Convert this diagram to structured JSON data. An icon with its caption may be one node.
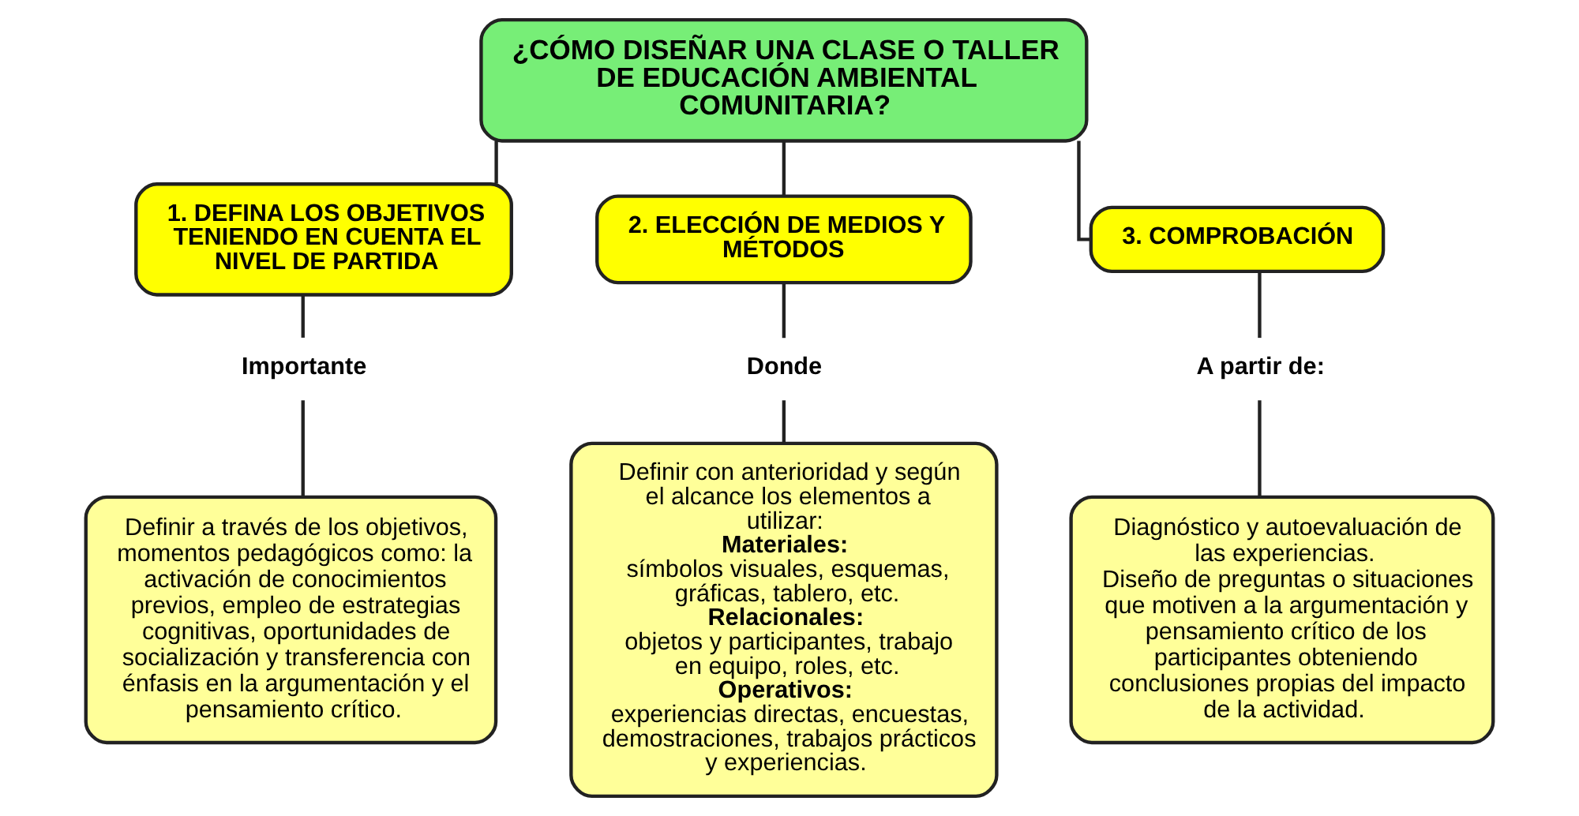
{
  "diagram": {
    "nodes": [
      {
        "text": [
          "¿CÓMO DISEÑAR UNA CLASE O TALLER DE EDUCACIÓN AMBIENTAL COMUNITARIA?"
        ]
      },
      {
        "text": [
          "1. DEFINA LOS OBJETIVOS TENIENDO EN CUENTA EL NIVEL DE PARTIDA"
        ]
      },
      {
        "text": [
          "2. ELECCIÓN DE MEDIOS Y MÉTODOS"
        ]
      },
      {
        "text": [
          "3. COMPROBACIÓN"
        ]
      },
      {
        "text": [
          "Importante"
        ]
      },
      {
        "text": [
          "Donde"
        ]
      },
      {
        "text": [
          "A partir de:"
        ]
      },
      {
        "text": [
          "Definir a través de los objetivos, momentos pedagógicos como: la activación de conocimientos previos, empleo de estrategias cognitivas, oportunidades de socialización y transferencia con énfasis en la argumentación y el pensamiento crítico."
        ]
      },
      {
        "text": [
          "Definir con anterioridad y según el alcance los elementos a utilizar:",
          "**Materiales:** símbolos visuales, esquemas, gráficas, tablero, etc.",
          "**Relacionales:** objetos y participantes, trabajo en equipo, roles, etc.",
          "**Operativos:** experiencias directas, encuestas, demostraciones, trabajos prácticos y experiencias."
        ]
      },
      {
        "text": [
          "Diagnóstico y autoevaluación de las experiencias.",
          "Diseño de preguntas o situaciones que motiven a la argumentación y pensamiento crítico de los participantes obteniendo conclusiones propias del impacto de la actividad."
        ]
      }
    ],
    "edges": [
      {
        "from": 0,
        "to": 1,
        "arrow": "none"
      },
      {
        "from": 0,
        "to": 2,
        "arrow": "none"
      },
      {
        "from": 0,
        "to": 3,
        "arrow": "none"
      },
      {
        "from": 1,
        "to": 4,
        "arrow": "none"
      },
      {
        "from": 4,
        "to": 7,
        "arrow": "none"
      },
      {
        "from": 2,
        "to": 5,
        "arrow": "none"
      },
      {
        "from": 5,
        "to": 8,
        "arrow": "none"
      },
      {
        "from": 3,
        "to": 6,
        "arrow": "none"
      },
      {
        "from": 6,
        "to": 9,
        "arrow": "none"
      }
    ]
  }
}
